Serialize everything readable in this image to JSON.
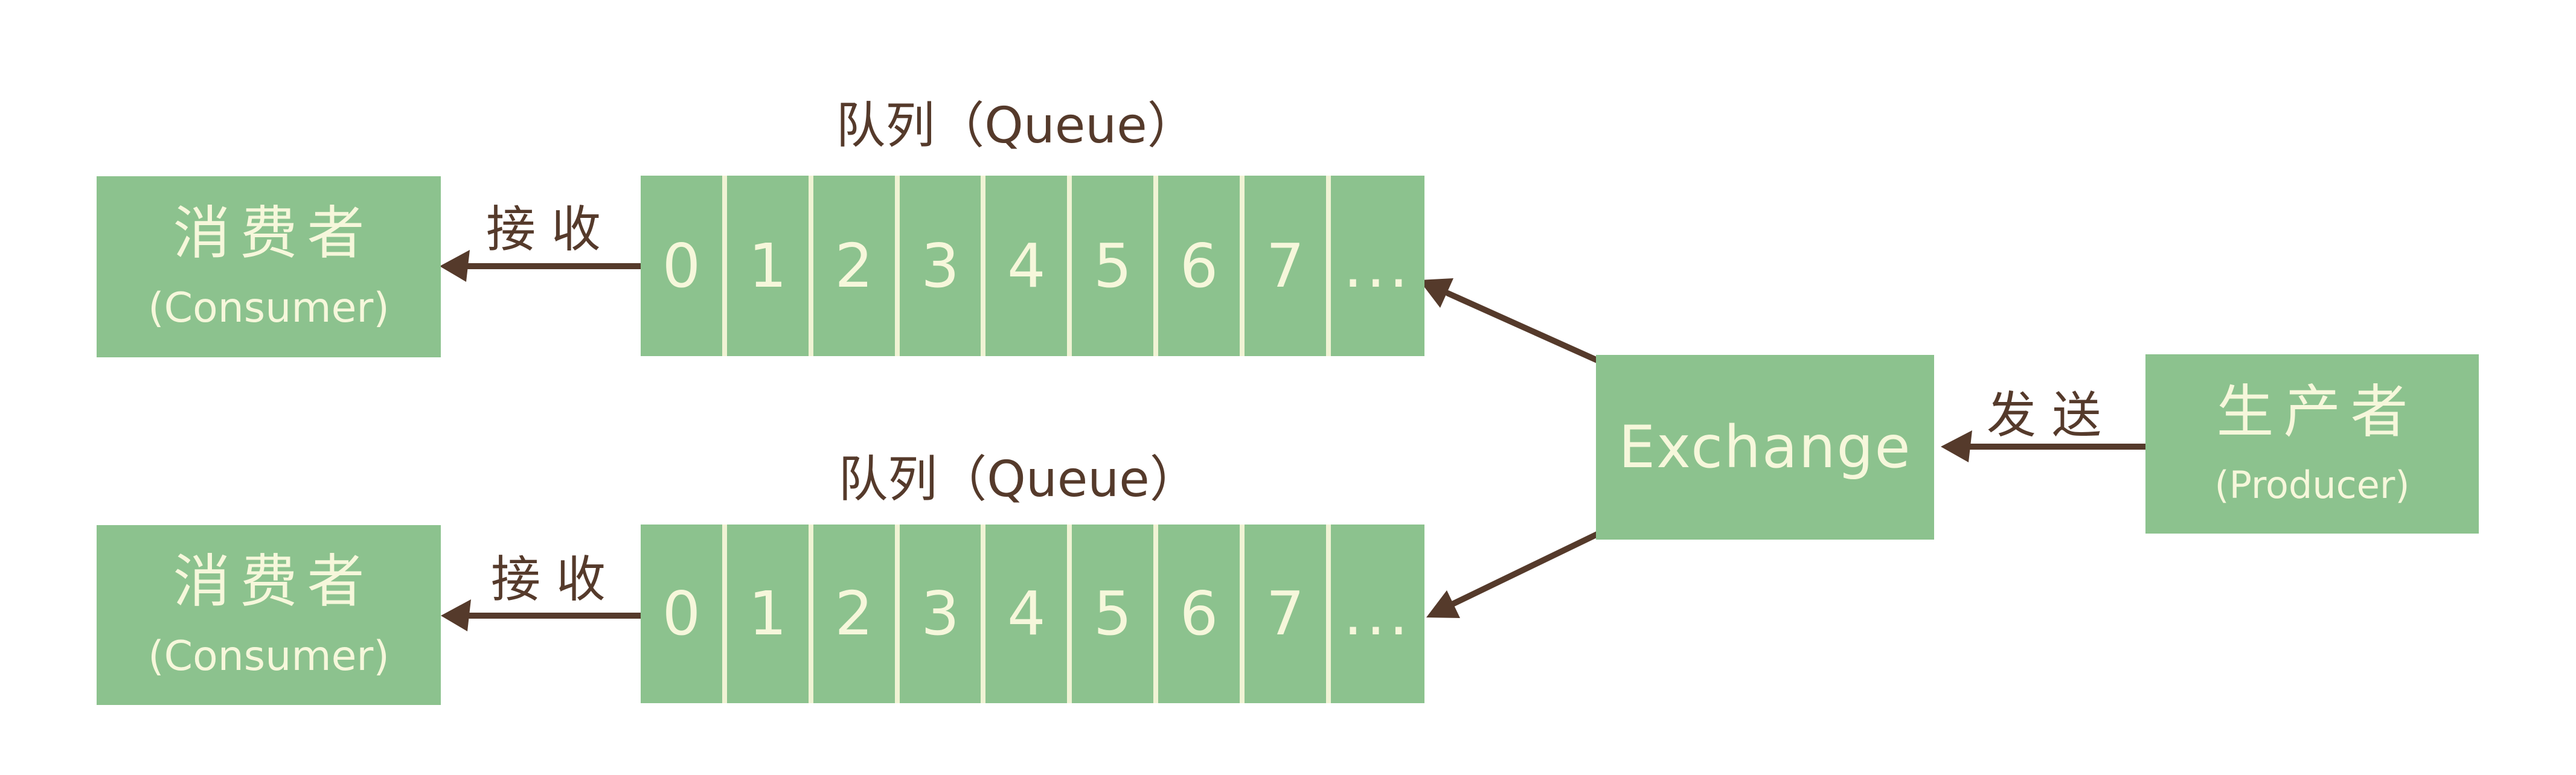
{
  "colors": {
    "box_green": "#8cc28e",
    "text_cream": "#f6f7db",
    "ink_brown": "#553a2b",
    "background": "#ffffff"
  },
  "consumer_top": {
    "title": "消费者",
    "subtitle": "(Consumer)"
  },
  "consumer_bottom": {
    "title": "消费者",
    "subtitle": "(Consumer)"
  },
  "queue_top": {
    "label": "队列（Queue）",
    "cells": [
      "0",
      "1",
      "2",
      "3",
      "4",
      "5",
      "6",
      "7",
      "..."
    ]
  },
  "queue_bottom": {
    "label": "队列（Queue）",
    "cells": [
      "0",
      "1",
      "2",
      "3",
      "4",
      "5",
      "6",
      "7",
      "..."
    ]
  },
  "exchange": {
    "label": "Exchange"
  },
  "producer": {
    "title": "生产者",
    "subtitle": "(Producer)"
  },
  "labels": {
    "receive_top": "接收",
    "receive_bottom": "接收",
    "send": "发送"
  }
}
